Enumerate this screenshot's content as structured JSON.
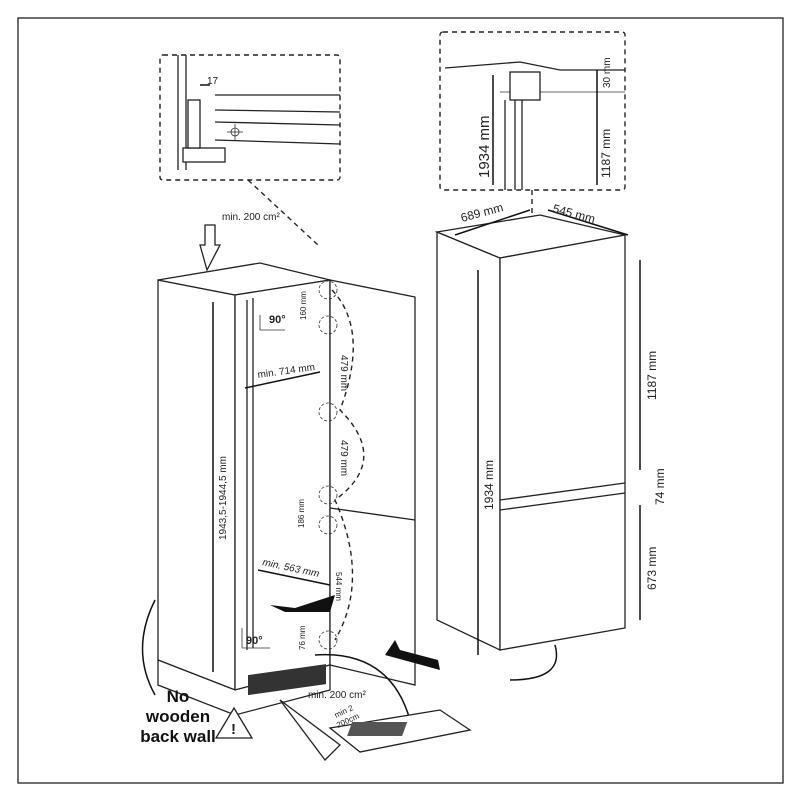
{
  "inset_left": {
    "gap": "17"
  },
  "inset_right": {
    "top_gap": "30 mm",
    "total_height": "1934 mm",
    "upper_height": "1187 mm"
  },
  "appliance": {
    "width": "689 mm",
    "depth": "545 mm",
    "upper_door": "1187 mm",
    "total_height": "1934 mm",
    "gap": "74 mm",
    "lower_door": "673 mm"
  },
  "cabinet": {
    "vent_top": "min. 200 cm²",
    "hinge_gap_1": "160 mm",
    "angle_top": "90°",
    "hinge_gap_2": "479 mm",
    "min_depth_top": "min. 714 mm",
    "hinge_gap_3": "479 mm",
    "niche_height": "1943,5-1944,5 mm",
    "hinge_gap_4": "186 mm",
    "min_depth_bottom": "min. 563 mm",
    "hinge_gap_5": "544 mm",
    "angle_bottom": "90°",
    "hinge_gap_6": "76 mm",
    "vent_bottom": "min. 200 cm²",
    "vent_floor_1": "min 2",
    "vent_floor_2": "200cm"
  },
  "warning": {
    "line1": "No",
    "line2": "wooden",
    "line3": "back wall"
  }
}
